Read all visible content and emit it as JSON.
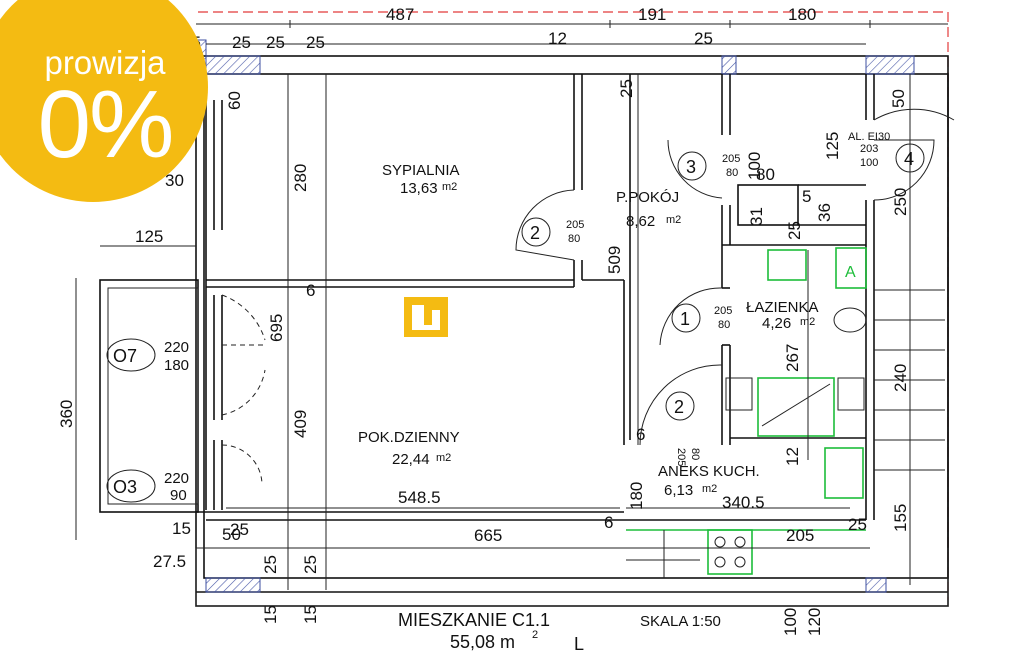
{
  "top_dims": [
    "487",
    "191",
    "180"
  ],
  "top_sub_dims": [
    "25",
    "25",
    "25",
    "12",
    "25"
  ],
  "rooms": [
    {
      "name": "SYPIALNIA",
      "area": "13,63",
      "unit": "m2"
    },
    {
      "name": "P.POKÓJ",
      "area": "8,62",
      "unit": "m2"
    },
    {
      "name": "ŁAZIENKA",
      "area": "4,26",
      "unit": "m2"
    },
    {
      "name": "POK.DZIENNY",
      "area": "22,44",
      "unit": "m2"
    },
    {
      "name": "ANEKS KUCH.",
      "area": "6,13",
      "unit": "m2"
    }
  ],
  "doors": [
    {
      "num": "1",
      "dim_top": "205",
      "dim_bottom": "80"
    },
    {
      "num": "2",
      "dim_top": "205",
      "dim_bottom": "80"
    },
    {
      "num": "2",
      "dim_top": "205",
      "dim_bottom": "80"
    },
    {
      "num": "3",
      "dim_top": "205",
      "dim_bottom": "80"
    },
    {
      "num": "4",
      "dim_top": "203",
      "dim_bottom": "100",
      "label": "AL. EI30"
    }
  ],
  "windows": [
    {
      "code": "O7",
      "dim_top": "220",
      "dim_bottom": "180"
    },
    {
      "code": "O3",
      "dim_top": "220",
      "dim_bottom": "90"
    }
  ],
  "inner_dims": [
    "280",
    "509",
    "695",
    "409",
    "6",
    "548.5",
    "665",
    "340.5",
    "205",
    "267",
    "240",
    "250",
    "155",
    "180",
    "125",
    "360",
    "60",
    "50",
    "36",
    "31",
    "80",
    "100",
    "12",
    "5",
    "27.5",
    "15",
    "6"
  ],
  "bottom_dims": [
    "15",
    "15",
    "25",
    "25",
    "100",
    "120"
  ],
  "footer": {
    "title": "MIESZKANIE  C1.1",
    "area": "55,08 m",
    "area_sup": "2",
    "letter": "L",
    "scale": "SKALA  1:50"
  },
  "badge": {
    "line1": "prowizja",
    "line2": "0%"
  },
  "colors": {
    "badge": "#f4bb12",
    "green": "#1dbd3a",
    "red": "#e23b3b",
    "logo": "#f4bb12"
  }
}
